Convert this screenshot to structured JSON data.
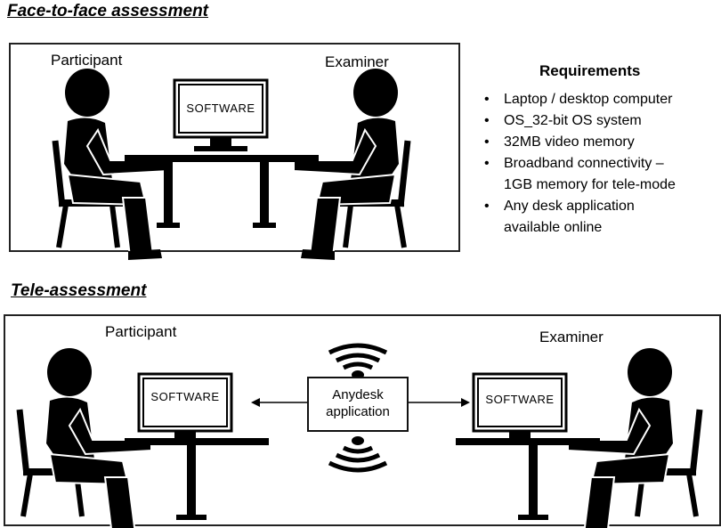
{
  "face_to_face": {
    "title": "Face-to-face assessment",
    "participant_label": "Participant",
    "examiner_label": "Examiner",
    "monitor_text": "SOFTWARE"
  },
  "requirements": {
    "title": "Requirements",
    "items": [
      "Laptop / desktop computer",
      "OS_32-bit OS system",
      "32MB video memory",
      "Broadband connectivity –",
      "1GB memory for tele-mode",
      "Any desk application",
      "available online"
    ]
  },
  "tele": {
    "title": "Tele-assessment",
    "participant_label": "Participant",
    "examiner_label": "Examiner",
    "left_monitor_text": "SOFTWARE",
    "right_monitor_text": "SOFTWARE",
    "center_box": {
      "line1": "Anydesk",
      "line2": "application"
    }
  },
  "icons": [
    "person-icon",
    "monitor-icon",
    "desk-icon",
    "chair-icon",
    "wifi-signal-icon",
    "arrow-icon"
  ]
}
